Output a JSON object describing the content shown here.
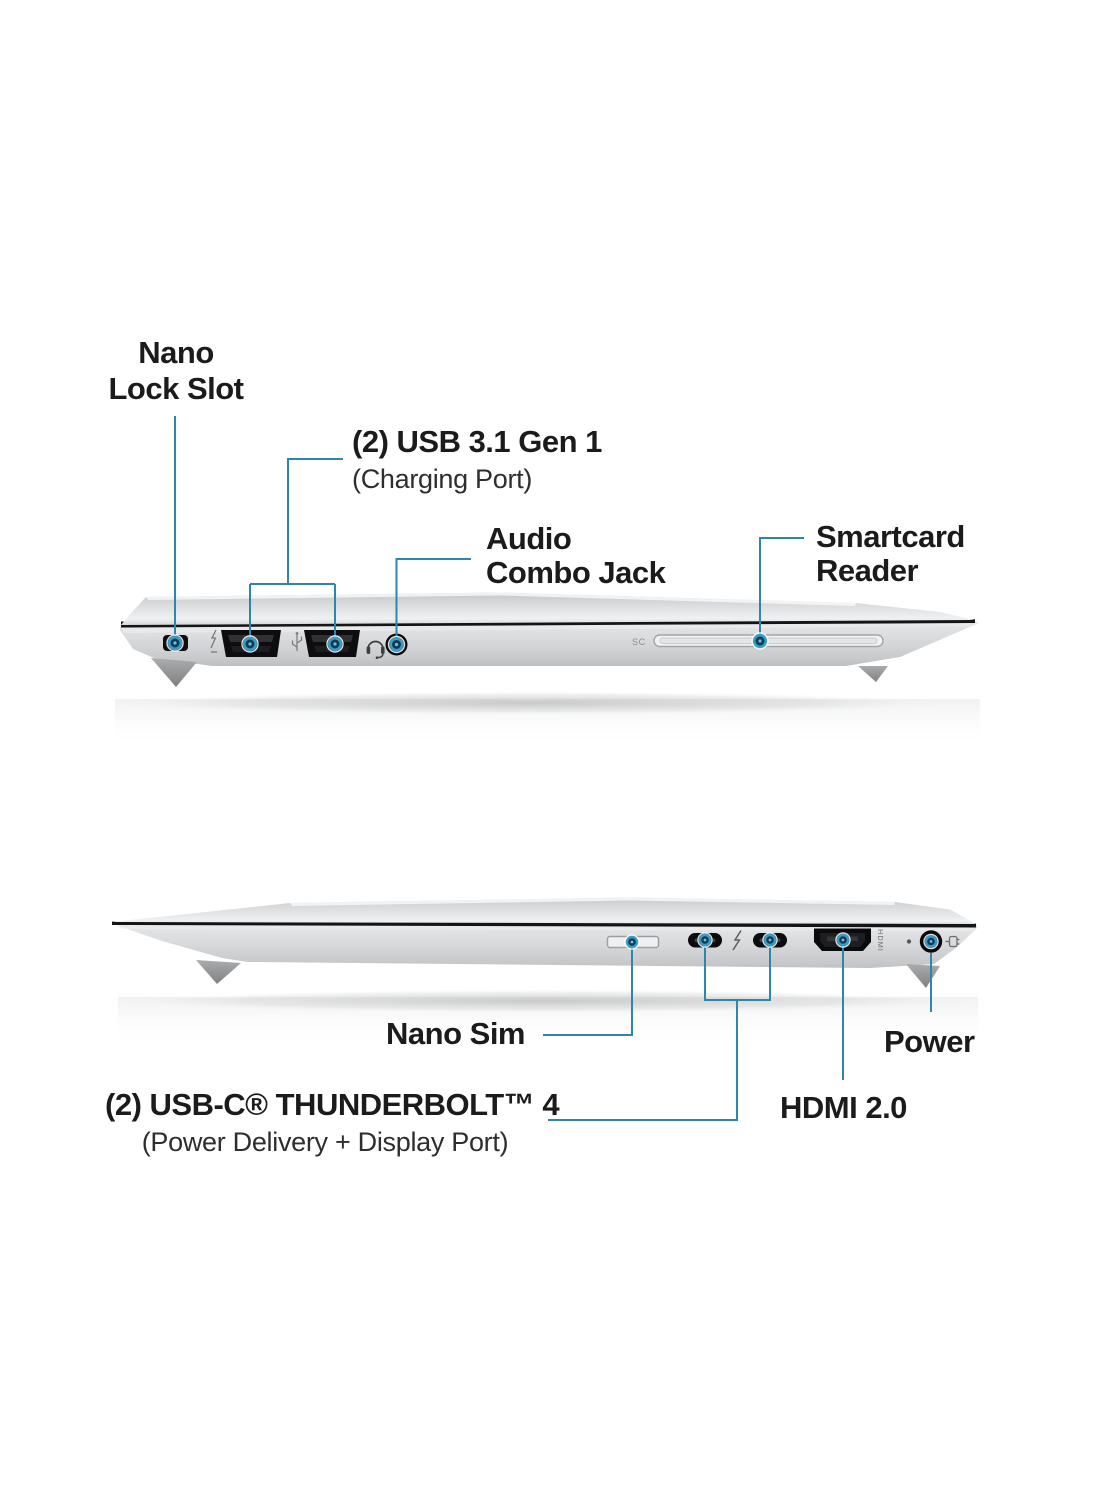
{
  "page": {
    "background": "#ffffff"
  },
  "accent": {
    "leader_line": "#2e86ad",
    "marker_ring": "#389dc8",
    "marker_core": "#0f3c55",
    "text": "#1b1b1b"
  },
  "top_view": {
    "description": "laptop-left-side-view",
    "labels": {
      "nano_lock": {
        "line1": "Nano",
        "line2": "Lock Slot"
      },
      "usb": {
        "title": "(2) USB 3.1 Gen 1",
        "subtitle": "(Charging Port)"
      },
      "audio": {
        "line1": "Audio",
        "line2": "Combo Jack"
      },
      "smartcard": {
        "line1": "Smartcard",
        "line2": "Reader"
      }
    },
    "port_markings": {
      "smartcard_slot": "SC"
    }
  },
  "bottom_view": {
    "description": "laptop-right-side-view",
    "labels": {
      "nano_sim": "Nano Sim",
      "usbc": {
        "title": "(2) USB-C® THUNDERBOLT™ 4",
        "subtitle": "(Power Delivery + Display Port)"
      },
      "hdmi": "HDMI 2.0",
      "power": "Power"
    },
    "port_markings": {
      "hdmi_port": "HDMI"
    }
  }
}
